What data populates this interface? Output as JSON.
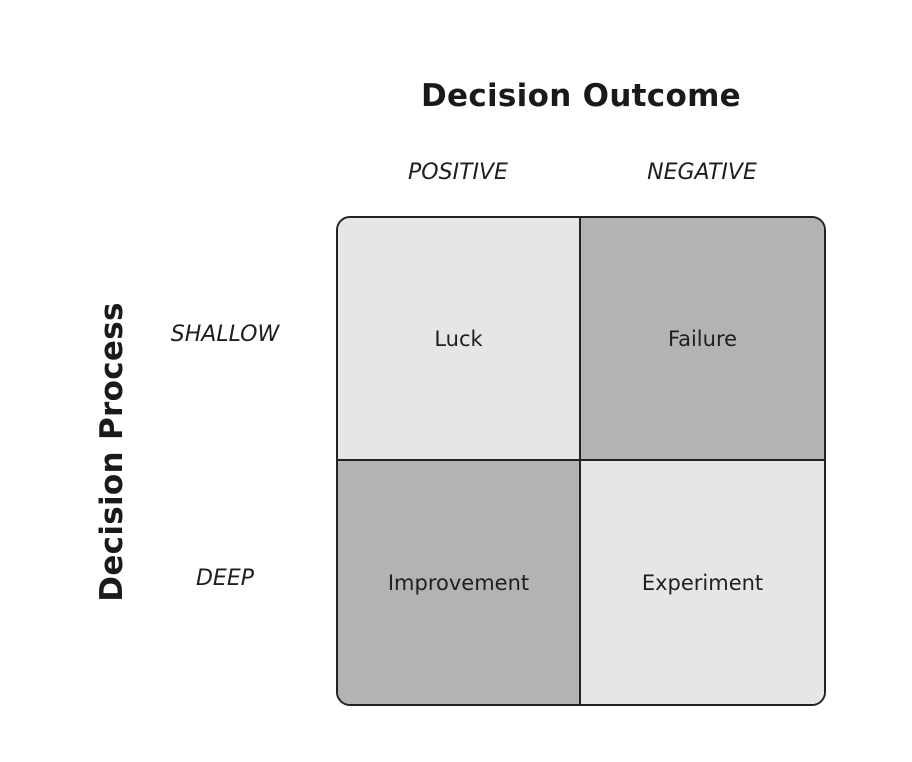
{
  "diagram": {
    "title_outcome": "Decision Outcome",
    "title_process": "Decision Process",
    "columns": [
      {
        "label": "POSITIVE"
      },
      {
        "label": "NEGATIVE"
      }
    ],
    "rows": [
      {
        "label": "SHALLOW"
      },
      {
        "label": "DEEP"
      }
    ],
    "cells": [
      {
        "label": "Luck",
        "shade": "light",
        "color": "#e6e6e6"
      },
      {
        "label": "Failure",
        "shade": "dark",
        "color": "#b3b3b3"
      },
      {
        "label": "Improvement",
        "shade": "dark",
        "color": "#b3b3b3"
      },
      {
        "label": "Experiment",
        "shade": "light",
        "color": "#e6e6e6"
      }
    ],
    "border_color": "#222222"
  }
}
